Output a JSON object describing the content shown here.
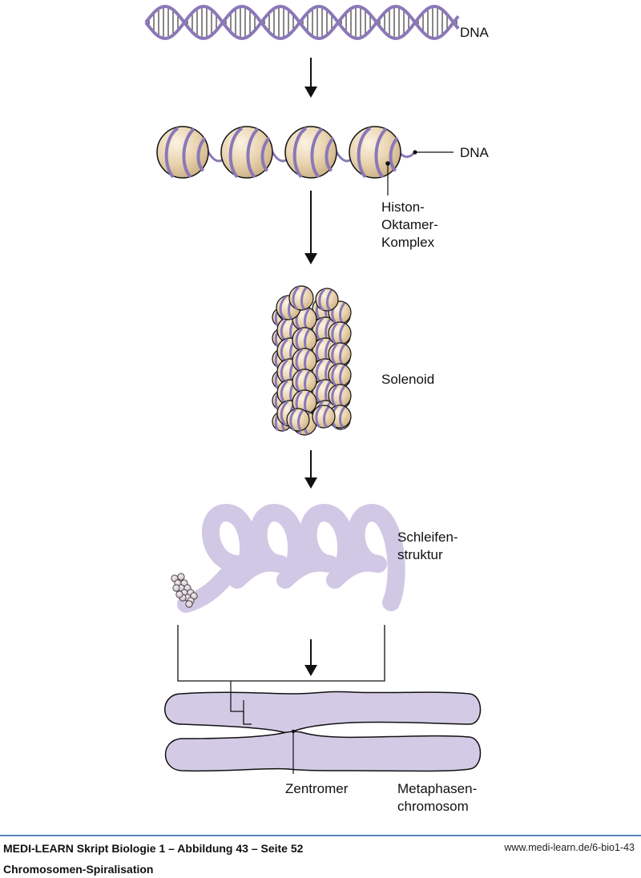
{
  "diagram": {
    "labels": {
      "dna_helix": "DNA",
      "dna_nucleosome": "DNA",
      "histone_line1": "Histon-",
      "histone_line2": "Oktamer-",
      "histone_line3": "Komplex",
      "solenoid": "Solenoid",
      "loop_line1": "Schleifen-",
      "loop_line2": "struktur",
      "centromere": "Zentromer",
      "metaphase_line1": "Metaphasen-",
      "metaphase_line2": "chromosom"
    },
    "colors": {
      "dna_strand": "#8b78b8",
      "histone_fill": "#e8d3ae",
      "loop_fill": "#d0c8e4",
      "chromosome_fill": "#d3cbe6",
      "outline": "#111111"
    }
  },
  "footer": {
    "title": "MEDI-LEARN Skript Biologie 1 – Abbildung 43 – Seite 52",
    "url": "www.medi-learn.de/6-bio1-43",
    "caption": "Chromosomen-Spiralisation"
  }
}
